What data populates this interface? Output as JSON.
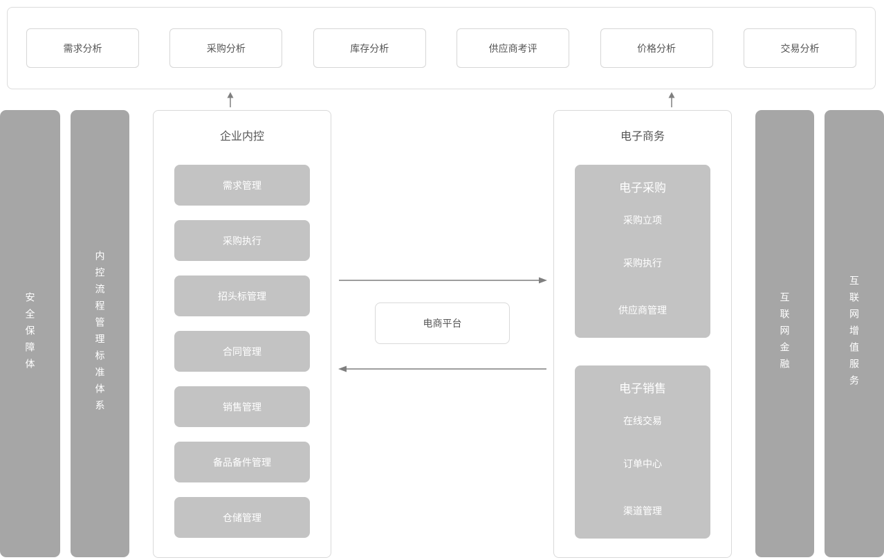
{
  "colors": {
    "pillar_gray": "#a6a6a6",
    "block_gray": "#c3c3c3",
    "border_gray": "#d9d9d9",
    "arrow_gray": "#7f7f7f",
    "dark_text": "#555555",
    "block_text": "#ffffff"
  },
  "top_row": {
    "items": [
      {
        "label": "需求分析"
      },
      {
        "label": "采购分析"
      },
      {
        "label": "库存分析"
      },
      {
        "label": "供应商考评"
      },
      {
        "label": "价格分析"
      },
      {
        "label": "交易分析"
      }
    ]
  },
  "left_bars": [
    {
      "label": "安全保障体"
    },
    {
      "label": "内控流程管理标准体系"
    }
  ],
  "internal_control": {
    "title": "企业内控",
    "items": [
      "需求管理",
      "采购执行",
      "招头标管理",
      "合同管理",
      "销售管理",
      "备品备件管理",
      "仓储管理"
    ]
  },
  "center": {
    "platform_label": "电商平台"
  },
  "ecommerce": {
    "title": "电子商务",
    "groups": [
      {
        "title": "电子采购",
        "items": [
          "采购立项",
          "采购执行",
          "供应商管理"
        ]
      },
      {
        "title": "电子销售",
        "items": [
          "在线交易",
          "订单中心",
          "渠道管理"
        ]
      }
    ]
  },
  "right_bars": [
    {
      "label": "互联网金融"
    },
    {
      "label": "互联网增值服务"
    }
  ]
}
